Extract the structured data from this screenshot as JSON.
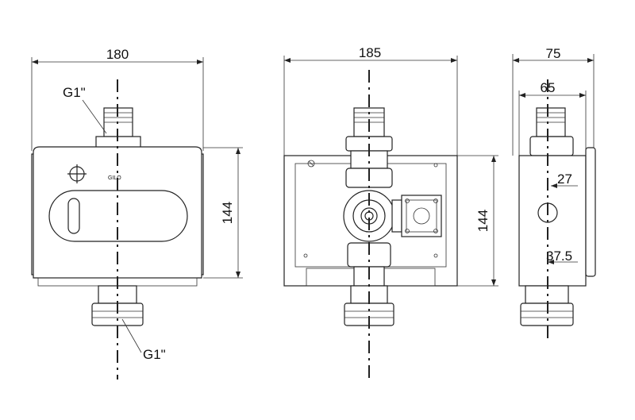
{
  "dimensions": {
    "front_width": "180",
    "middle_width": "185",
    "side_width_outer": "75",
    "side_width_inner": "65",
    "front_height": "144",
    "middle_height": "144",
    "side_offset_upper": "27",
    "side_offset_lower": "37.5"
  },
  "labels": {
    "thread_top": "G1\"",
    "thread_bottom": "G1\"",
    "brand": "GILO"
  }
}
